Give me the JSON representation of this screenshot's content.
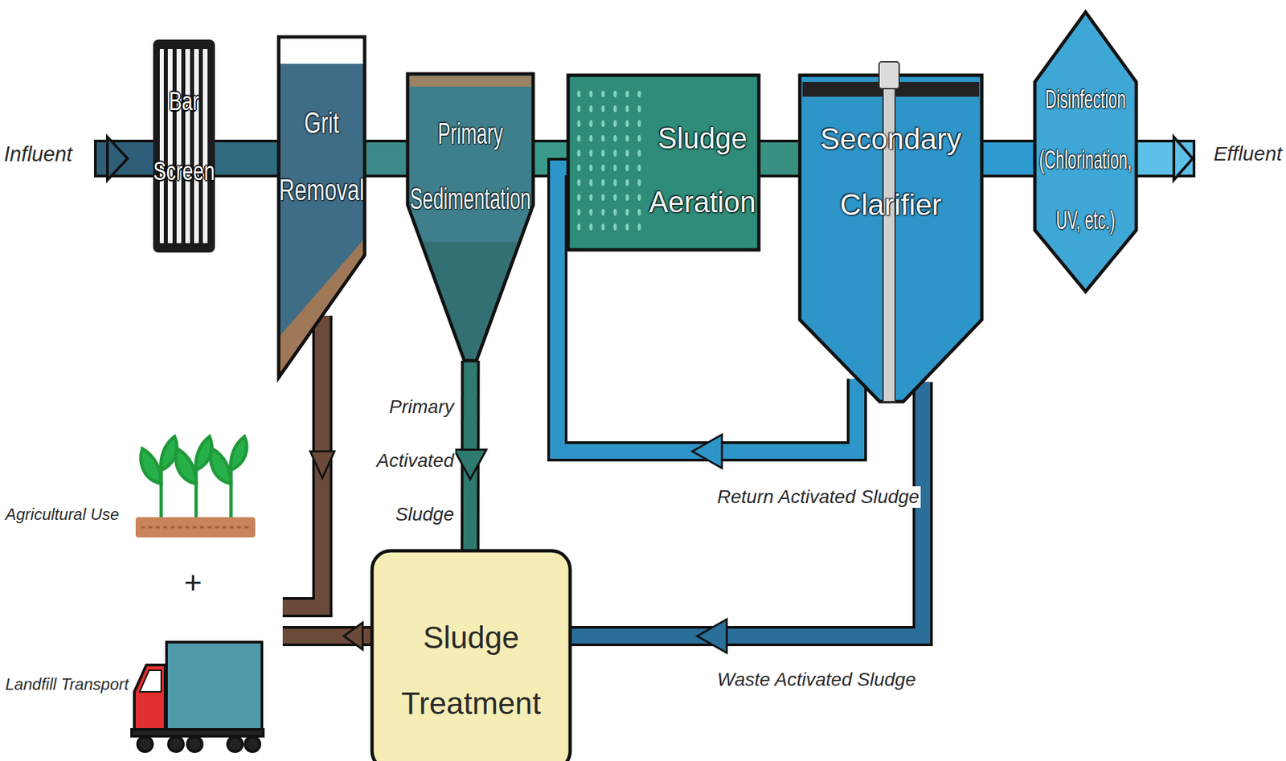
{
  "diagram": {
    "nodes": [
      {
        "text": [
          "Bar Screen"
        ]
      },
      {
        "text": [
          "Grit Removal"
        ]
      },
      {
        "text": [
          "Primary Sedimentation"
        ]
      },
      {
        "text": [
          "Sludge Aeration"
        ]
      },
      {
        "text": [
          "Secondary Clarifier"
        ]
      },
      {
        "text": [
          "Disinfection (Chlorination, UV, etc.)"
        ]
      },
      {
        "text": [
          "Sludge Treatment"
        ]
      }
    ],
    "edges": [
      {
        "from": 0,
        "to": 1,
        "arrow": "none"
      },
      {
        "from": 1,
        "to": 2,
        "arrow": "none"
      },
      {
        "from": 2,
        "to": 3,
        "arrow": "none"
      },
      {
        "from": 3,
        "to": 4,
        "arrow": "none"
      },
      {
        "from": 4,
        "to": 5,
        "arrow": "none"
      },
      {
        "from": 4,
        "to": 3,
        "arrow": "to",
        "label": "Return Activated Sludge"
      },
      {
        "from": 4,
        "to": 6,
        "arrow": "to",
        "label": "Waste Activated Sludge"
      },
      {
        "from": 2,
        "to": 6,
        "arrow": "to",
        "label": "Primary Activated Sludge"
      }
    ],
    "labels": [
      "Influent",
      "Effluent",
      "Agricultural Use",
      "+",
      "Landfill Transport"
    ]
  }
}
